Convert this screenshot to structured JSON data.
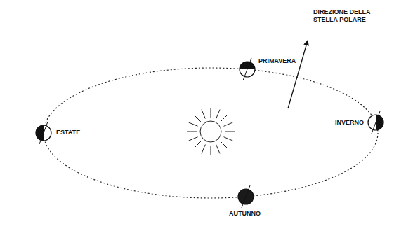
{
  "diagram": {
    "labels": [
      "PRIMAVERA",
      "ESTATE",
      "AUTUNNO",
      "INVERNO",
      "DIREZIONE DELLA STELLA POLARE"
    ]
  }
}
